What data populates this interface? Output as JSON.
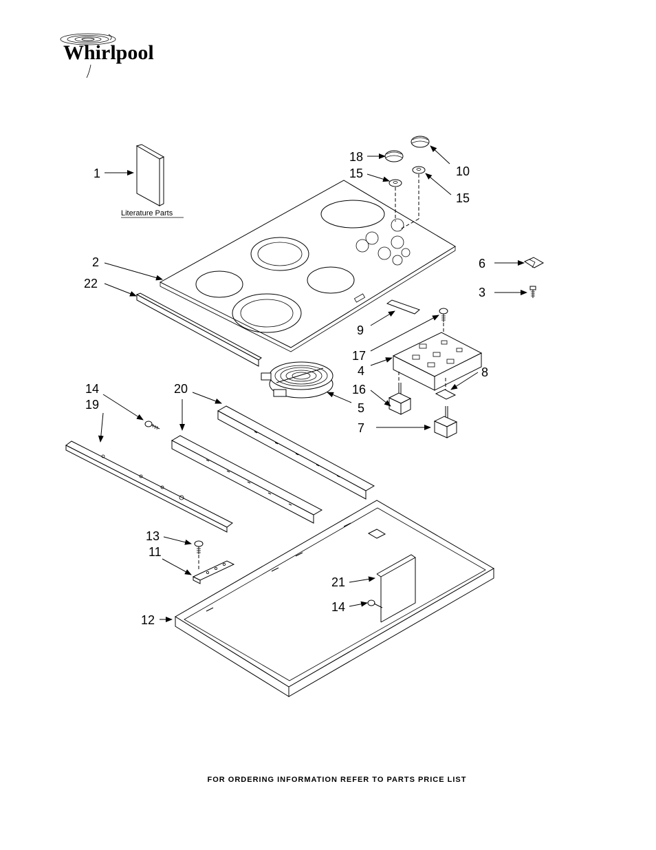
{
  "brand": {
    "name": "Whirlpool"
  },
  "literature_label": "Literature Parts",
  "callouts": {
    "c1": "1",
    "c2": "2",
    "c3": "3",
    "c4": "4",
    "c5": "5",
    "c6": "6",
    "c7": "7",
    "c8": "8",
    "c9": "9",
    "c10": "10",
    "c11": "11",
    "c12": "12",
    "c13": "13",
    "c14a": "14",
    "c14b": "14",
    "c15a": "15",
    "c15b": "15",
    "c16": "16",
    "c17": "17",
    "c18": "18",
    "c19": "19",
    "c20": "20",
    "c21": "21",
    "c22": "22"
  },
  "footer": "FOR ORDERING INFORMATION REFER TO PARTS PRICE LIST"
}
